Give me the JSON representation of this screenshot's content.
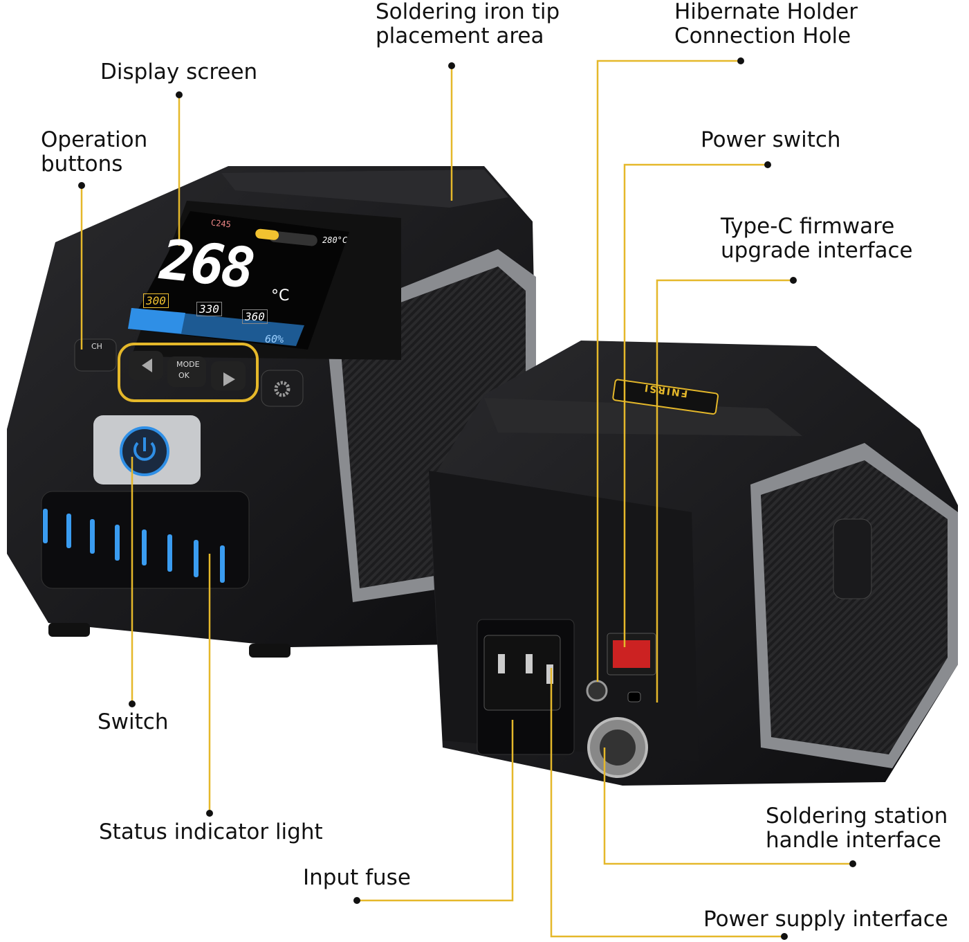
{
  "colors": {
    "leader_line": "#e5b82a",
    "dot": "#111111",
    "body": "#1a1a1c",
    "accent_blue": "#2f8fe6",
    "screen_yellow": "#f2c230"
  },
  "callouts": [
    {
      "id": "tip-area",
      "lines": [
        "Soldering iron tip",
        "placement area"
      ]
    },
    {
      "id": "display",
      "lines": [
        "Display screen"
      ]
    },
    {
      "id": "operation",
      "lines": [
        "Operation",
        "buttons"
      ]
    },
    {
      "id": "switch",
      "lines": [
        "Switch"
      ]
    },
    {
      "id": "status",
      "lines": [
        "Status indicator light"
      ]
    },
    {
      "id": "hibernate",
      "lines": [
        "Hibernate Holder",
        "Connection Hole"
      ]
    },
    {
      "id": "power-switch",
      "lines": [
        "Power switch"
      ]
    },
    {
      "id": "typec",
      "lines": [
        "Type-C firmware",
        "upgrade interface"
      ]
    },
    {
      "id": "handle",
      "lines": [
        "Soldering station",
        "handle interface"
      ]
    },
    {
      "id": "fuse",
      "lines": [
        "Input fuse"
      ]
    },
    {
      "id": "power-supply",
      "lines": [
        "Power supply interface"
      ]
    }
  ],
  "screen": {
    "tip": "C245",
    "temperature": "268",
    "unit": "°C",
    "target": "280°C",
    "heat_bar_fraction": 0.45,
    "presets": [
      "300",
      "330",
      "360"
    ],
    "preset_unit": "°C",
    "power": "60%",
    "power_fraction": 0.6
  },
  "buttons": {
    "ch": "CH",
    "mode": "MODE",
    "ok": "OK"
  },
  "brand": "FNIRSI",
  "icons": [
    "left-arrow-icon",
    "right-arrow-icon",
    "gear-icon",
    "power-icon",
    "thermometer-icon",
    "speaker-icon",
    "heater-icon",
    "lock-icon"
  ]
}
